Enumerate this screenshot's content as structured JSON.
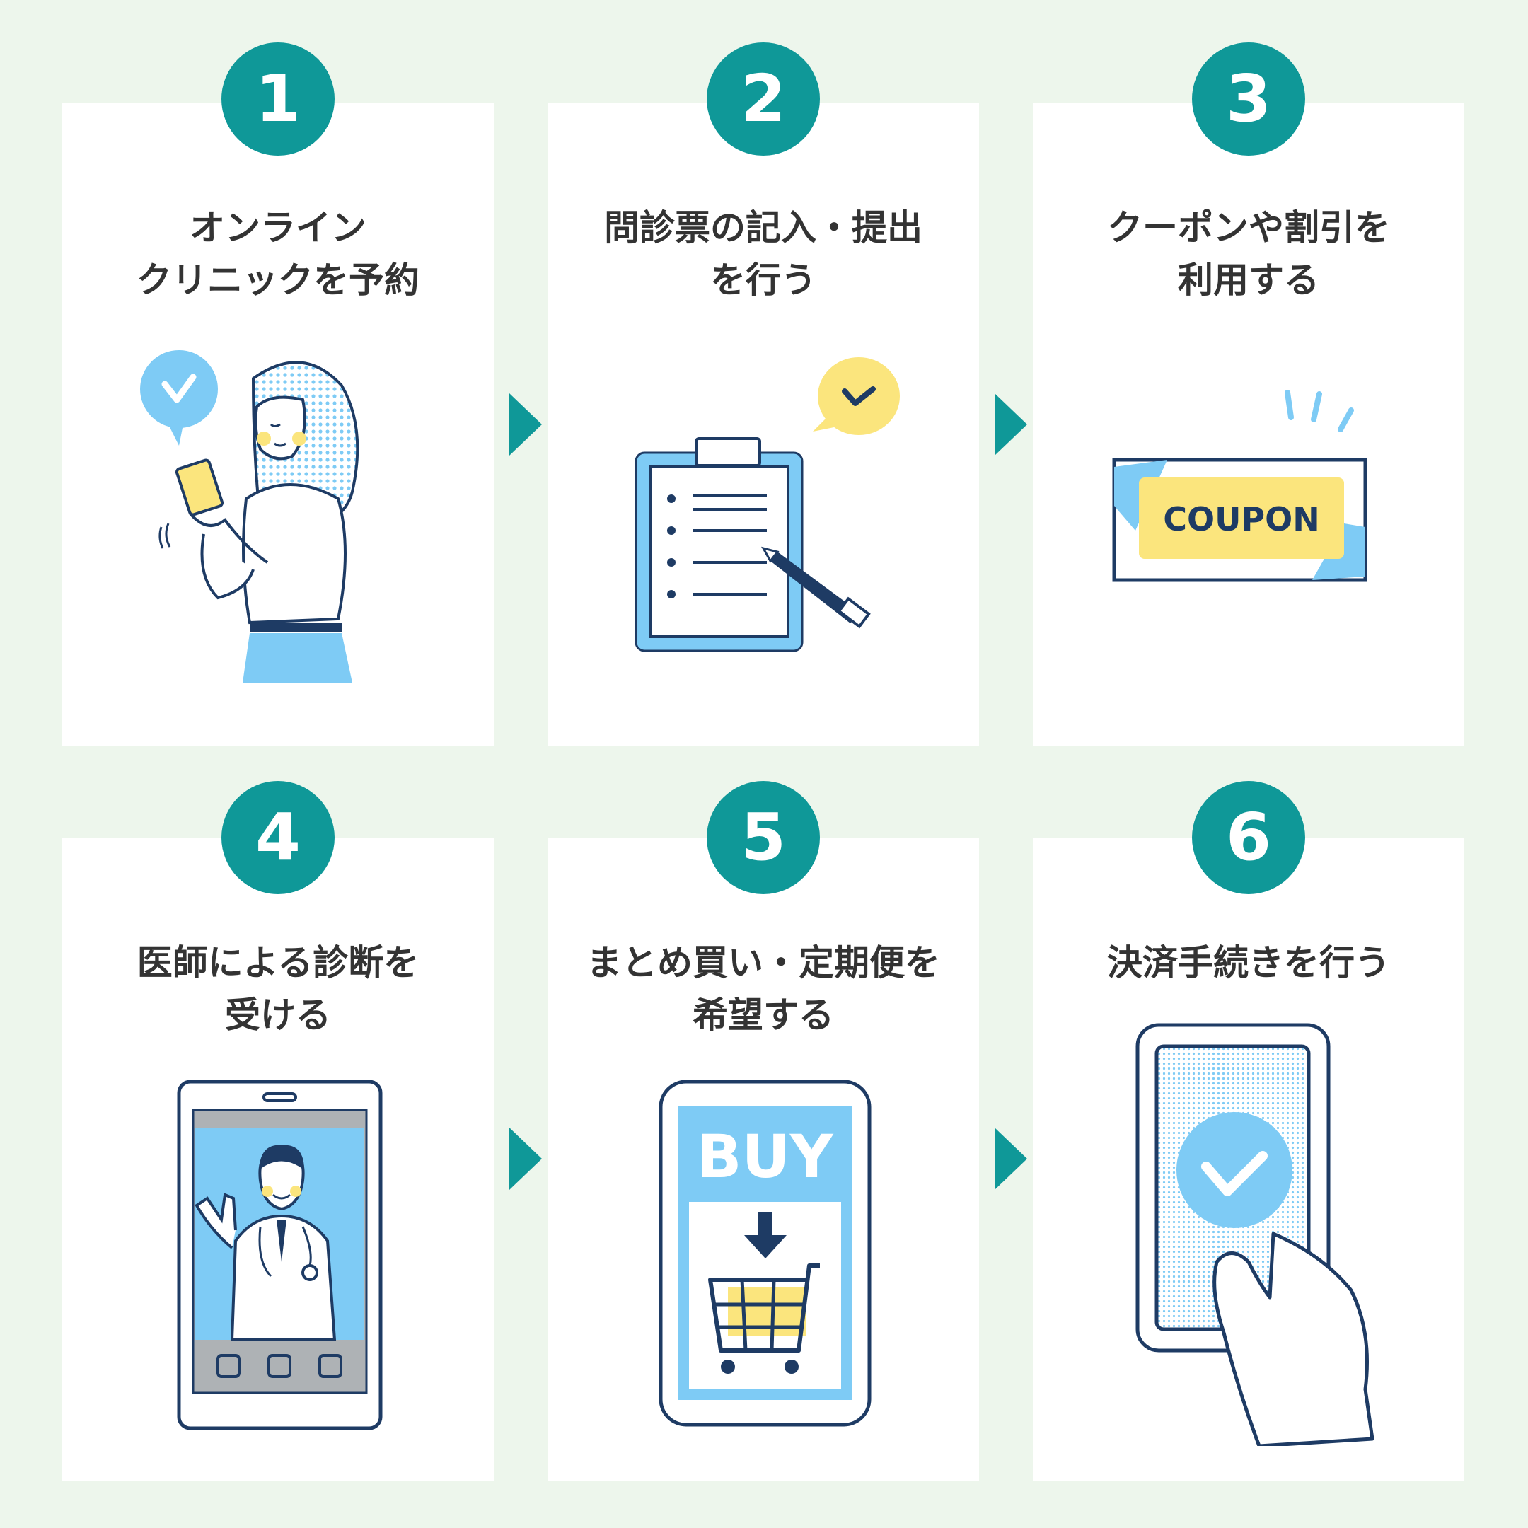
{
  "steps": [
    {
      "number": "1",
      "title": "オンライン\nクリニックを予約",
      "icon": "woman-with-smartphone"
    },
    {
      "number": "2",
      "title": "問診票の記入・提出\nを行う",
      "icon": "clipboard-checklist"
    },
    {
      "number": "3",
      "title": "クーポンや割引を\n利用する",
      "icon": "coupon-ticket"
    },
    {
      "number": "4",
      "title": "医師による診断を\n受ける",
      "icon": "doctor-video-call"
    },
    {
      "number": "5",
      "title": "まとめ買い・定期便を\n希望する",
      "icon": "shopping-cart-phone"
    },
    {
      "number": "6",
      "title": "決済手続きを行う",
      "icon": "payment-check-phone"
    }
  ],
  "coupon_text": "COUPON",
  "buy_text": "BUY",
  "colors": {
    "background": "#edf6ec",
    "card": "#ffffff",
    "accent_teal": "#0f9898",
    "light_blue": "#7ecbf5",
    "yellow": "#fbe57d",
    "navy": "#1e3b64",
    "text": "#333333"
  }
}
